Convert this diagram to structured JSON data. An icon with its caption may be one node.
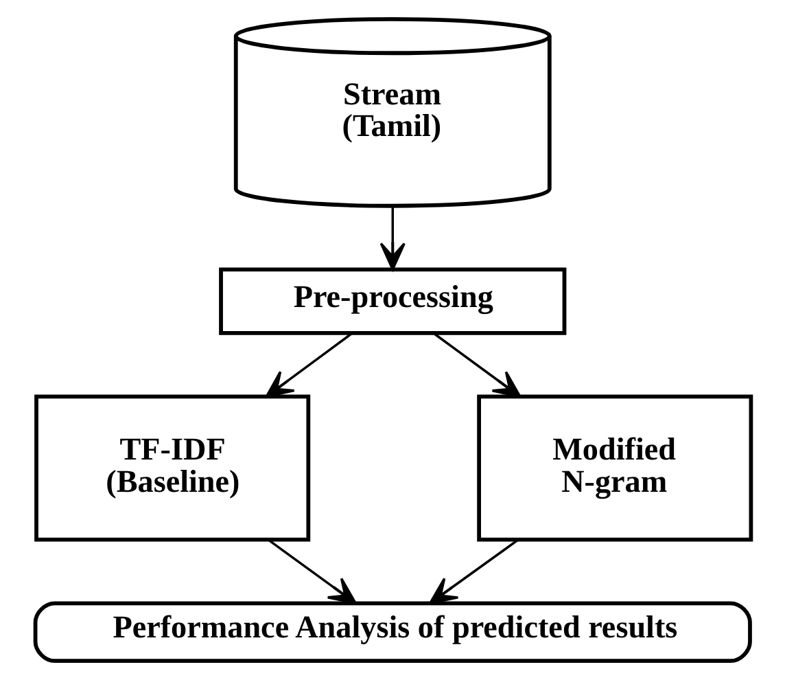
{
  "diagram": {
    "nodes": [
      {
        "text": [
          "Stream (Tamil)"
        ]
      },
      {
        "text": [
          "Pre-processing"
        ]
      },
      {
        "text": [
          "TF-IDF (Baseline)"
        ]
      },
      {
        "text": [
          "Modified N-gram"
        ]
      },
      {
        "text": [
          "Performance Analysis of predicted results"
        ]
      }
    ],
    "edges": [
      {
        "from": 0,
        "to": 1,
        "arrow": "to"
      },
      {
        "from": 1,
        "to": 2,
        "arrow": "to"
      },
      {
        "from": 1,
        "to": 3,
        "arrow": "to"
      },
      {
        "from": 2,
        "to": 4,
        "arrow": "to"
      },
      {
        "from": 3,
        "to": 4,
        "arrow": "to"
      }
    ]
  }
}
